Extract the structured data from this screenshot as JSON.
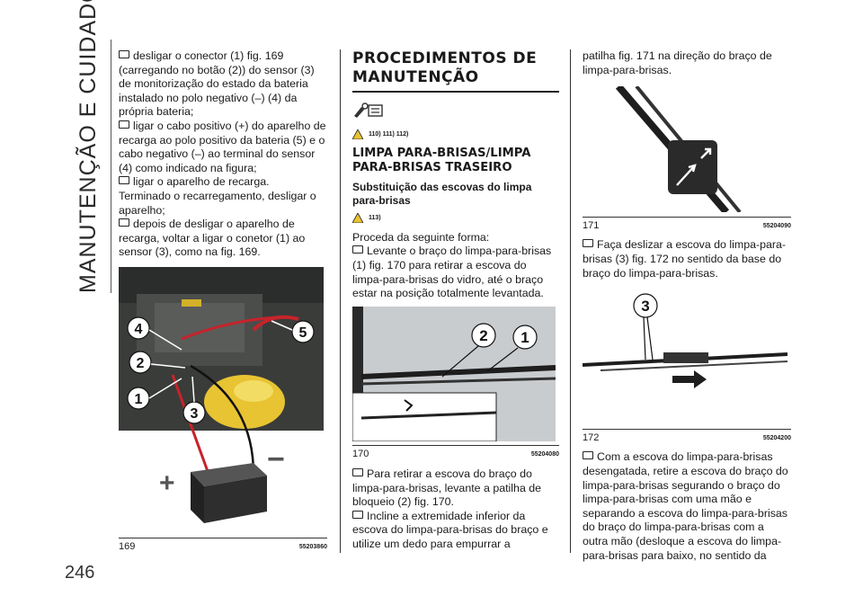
{
  "side_title": "MANUTENÇÃO E CUIDADOS",
  "page_number": "246",
  "col1": {
    "paragraphs": [
      {
        "bullet": true,
        "text": "desligar o conector (1) fig. 169 (carregando no botão (2)) do sensor (3) de monitorização do estado da bateria instalado no polo negativo (–) (4) da própria bateria;"
      },
      {
        "bullet": true,
        "text": "ligar o cabo positivo (+) do aparelho de recarga ao polo positivo da bateria (5) e o cabo negativo (–) ao terminal do sensor (4) como indicado na figura;"
      },
      {
        "bullet": true,
        "text": "ligar o aparelho de recarga."
      },
      {
        "bullet": false,
        "text": "Terminado o recarregamento, desligar o aparelho;"
      },
      {
        "bullet": true,
        "text": "depois de desligar o aparelho de recarga, voltar a ligar o conetor (1) ao sensor (3), como na fig. 169."
      }
    ],
    "figure": {
      "number": "169",
      "code": "55203860",
      "callouts": [
        "4",
        "5",
        "2",
        "1",
        "3"
      ],
      "plus": "+",
      "minus": "−"
    }
  },
  "col2": {
    "section_title": "PROCEDIMENTOS DE MANUTENÇÃO",
    "warn_refs_1": "110)  111)  112)",
    "subtitle": "LIMPA PARA-BRISAS/LIMPA PARA-BRISAS TRASEIRO",
    "subsubtitle": "Substituição das escovas do limpa para-brisas",
    "warn_refs_2": "113)",
    "intro": "Proceda da seguinte forma:",
    "para1": "Levante o braço do limpa-para-brisas (1) fig. 170 para retirar a escova do limpa-para-brisas do vidro, até o braço estar na posição totalmente levantada.",
    "figure": {
      "number": "170",
      "code": "55204080",
      "callouts": [
        "2",
        "1"
      ]
    },
    "para2": "Para retirar a escova do braço do limpa-para-brisas, levante a patilha de bloqueio (2) fig. 170.",
    "para3": "Incline a extremidade inferior da escova do limpa-para-brisas do braço e utilize um dedo para empurrar a"
  },
  "col3": {
    "para0": "patilha fig. 171 na direção do braço de limpa-para-brisas.",
    "figure1": {
      "number": "171",
      "code": "55204090"
    },
    "para1": "Faça deslizar a escova do limpa-para-brisas (3) fig. 172 no sentido da base do braço do limpa-para-brisas.",
    "figure2": {
      "number": "172",
      "code": "55204200",
      "callout": "3"
    },
    "para2": "Com a escova do limpa-para-brisas desengatada, retire a escova do braço do limpa-para-brisas segurando o braço do limpa-para-brisas com uma mão e separando a escova do limpa-para-brisas do braço do limpa-para-brisas com a outra mão (desloque a escova do limpa-para-brisas para baixo, no sentido da"
  }
}
